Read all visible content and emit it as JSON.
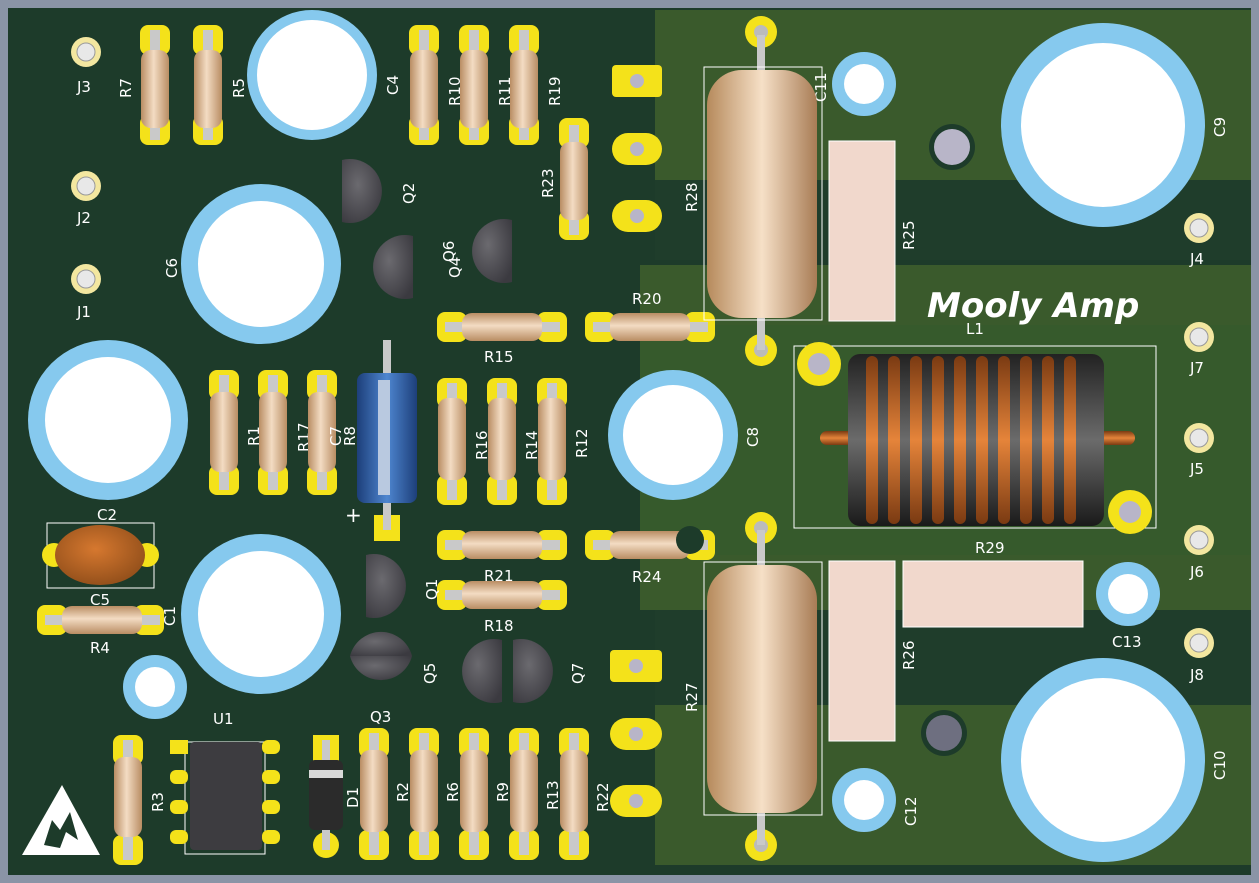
{
  "title": "Mooly Amp",
  "colors": {
    "board": "#1d3b2a",
    "copper_zone": "#3a5a2c",
    "copper_dark": "#2b4a2a",
    "pad": "#f4e21a",
    "silk": "#ffffff",
    "cap_blue": "#86c9ee",
    "resistor": "#d7b08a"
  },
  "connectors": [
    {
      "ref": "J3"
    },
    {
      "ref": "J2"
    },
    {
      "ref": "J1"
    },
    {
      "ref": "J4"
    },
    {
      "ref": "J7"
    },
    {
      "ref": "J5"
    },
    {
      "ref": "J6"
    },
    {
      "ref": "J8"
    }
  ],
  "resistors": [
    {
      "ref": "R7"
    },
    {
      "ref": "R5"
    },
    {
      "ref": "R10"
    },
    {
      "ref": "R11"
    },
    {
      "ref": "R19"
    },
    {
      "ref": "R23"
    },
    {
      "ref": "R15"
    },
    {
      "ref": "R20"
    },
    {
      "ref": "R1"
    },
    {
      "ref": "R17"
    },
    {
      "ref": "R16"
    },
    {
      "ref": "R14"
    },
    {
      "ref": "R12"
    },
    {
      "ref": "R21"
    },
    {
      "ref": "R24"
    },
    {
      "ref": "R18"
    },
    {
      "ref": "R4"
    },
    {
      "ref": "R3"
    },
    {
      "ref": "R2"
    },
    {
      "ref": "R6"
    },
    {
      "ref": "R9"
    },
    {
      "ref": "R13"
    },
    {
      "ref": "R22"
    }
  ],
  "power_resistors": [
    {
      "ref": "R28"
    },
    {
      "ref": "R27"
    }
  ],
  "smd_resistors": [
    {
      "ref": "R25"
    },
    {
      "ref": "R26"
    },
    {
      "ref": "R29"
    }
  ],
  "capacitors": [
    {
      "ref": "C4"
    },
    {
      "ref": "C6"
    },
    {
      "ref": "C1"
    },
    {
      "ref": "C8"
    },
    {
      "ref": "C9"
    },
    {
      "ref": "C10"
    },
    {
      "ref": "C11"
    },
    {
      "ref": "C12"
    },
    {
      "ref": "C13"
    }
  ],
  "film_caps": [
    {
      "ref": "C2"
    },
    {
      "ref": "C5"
    }
  ],
  "electrolytic": [
    {
      "ref": "C7"
    },
    {
      "ref": "R8"
    }
  ],
  "transistors": [
    {
      "ref": "Q2"
    },
    {
      "ref": "Q4"
    },
    {
      "ref": "Q6"
    },
    {
      "ref": "Q1"
    },
    {
      "ref": "Q3"
    },
    {
      "ref": "Q5"
    },
    {
      "ref": "Q7"
    }
  ],
  "diodes": [
    {
      "ref": "D1"
    }
  ],
  "ics": [
    {
      "ref": "U1"
    }
  ],
  "inductors": [
    {
      "ref": "L1"
    }
  ]
}
